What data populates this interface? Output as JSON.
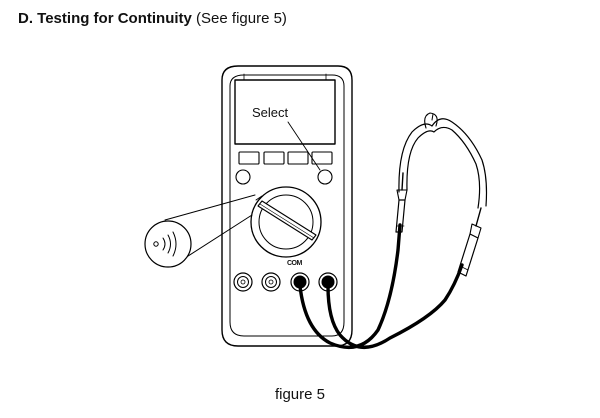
{
  "heading": {
    "title": "D. Testing for Continuity",
    "subtitle": "(See figure 5)"
  },
  "figure": {
    "display_label": "Select",
    "terminal_label": "COM",
    "callout_symbol": "continuity-icon",
    "caption": "figure 5"
  }
}
